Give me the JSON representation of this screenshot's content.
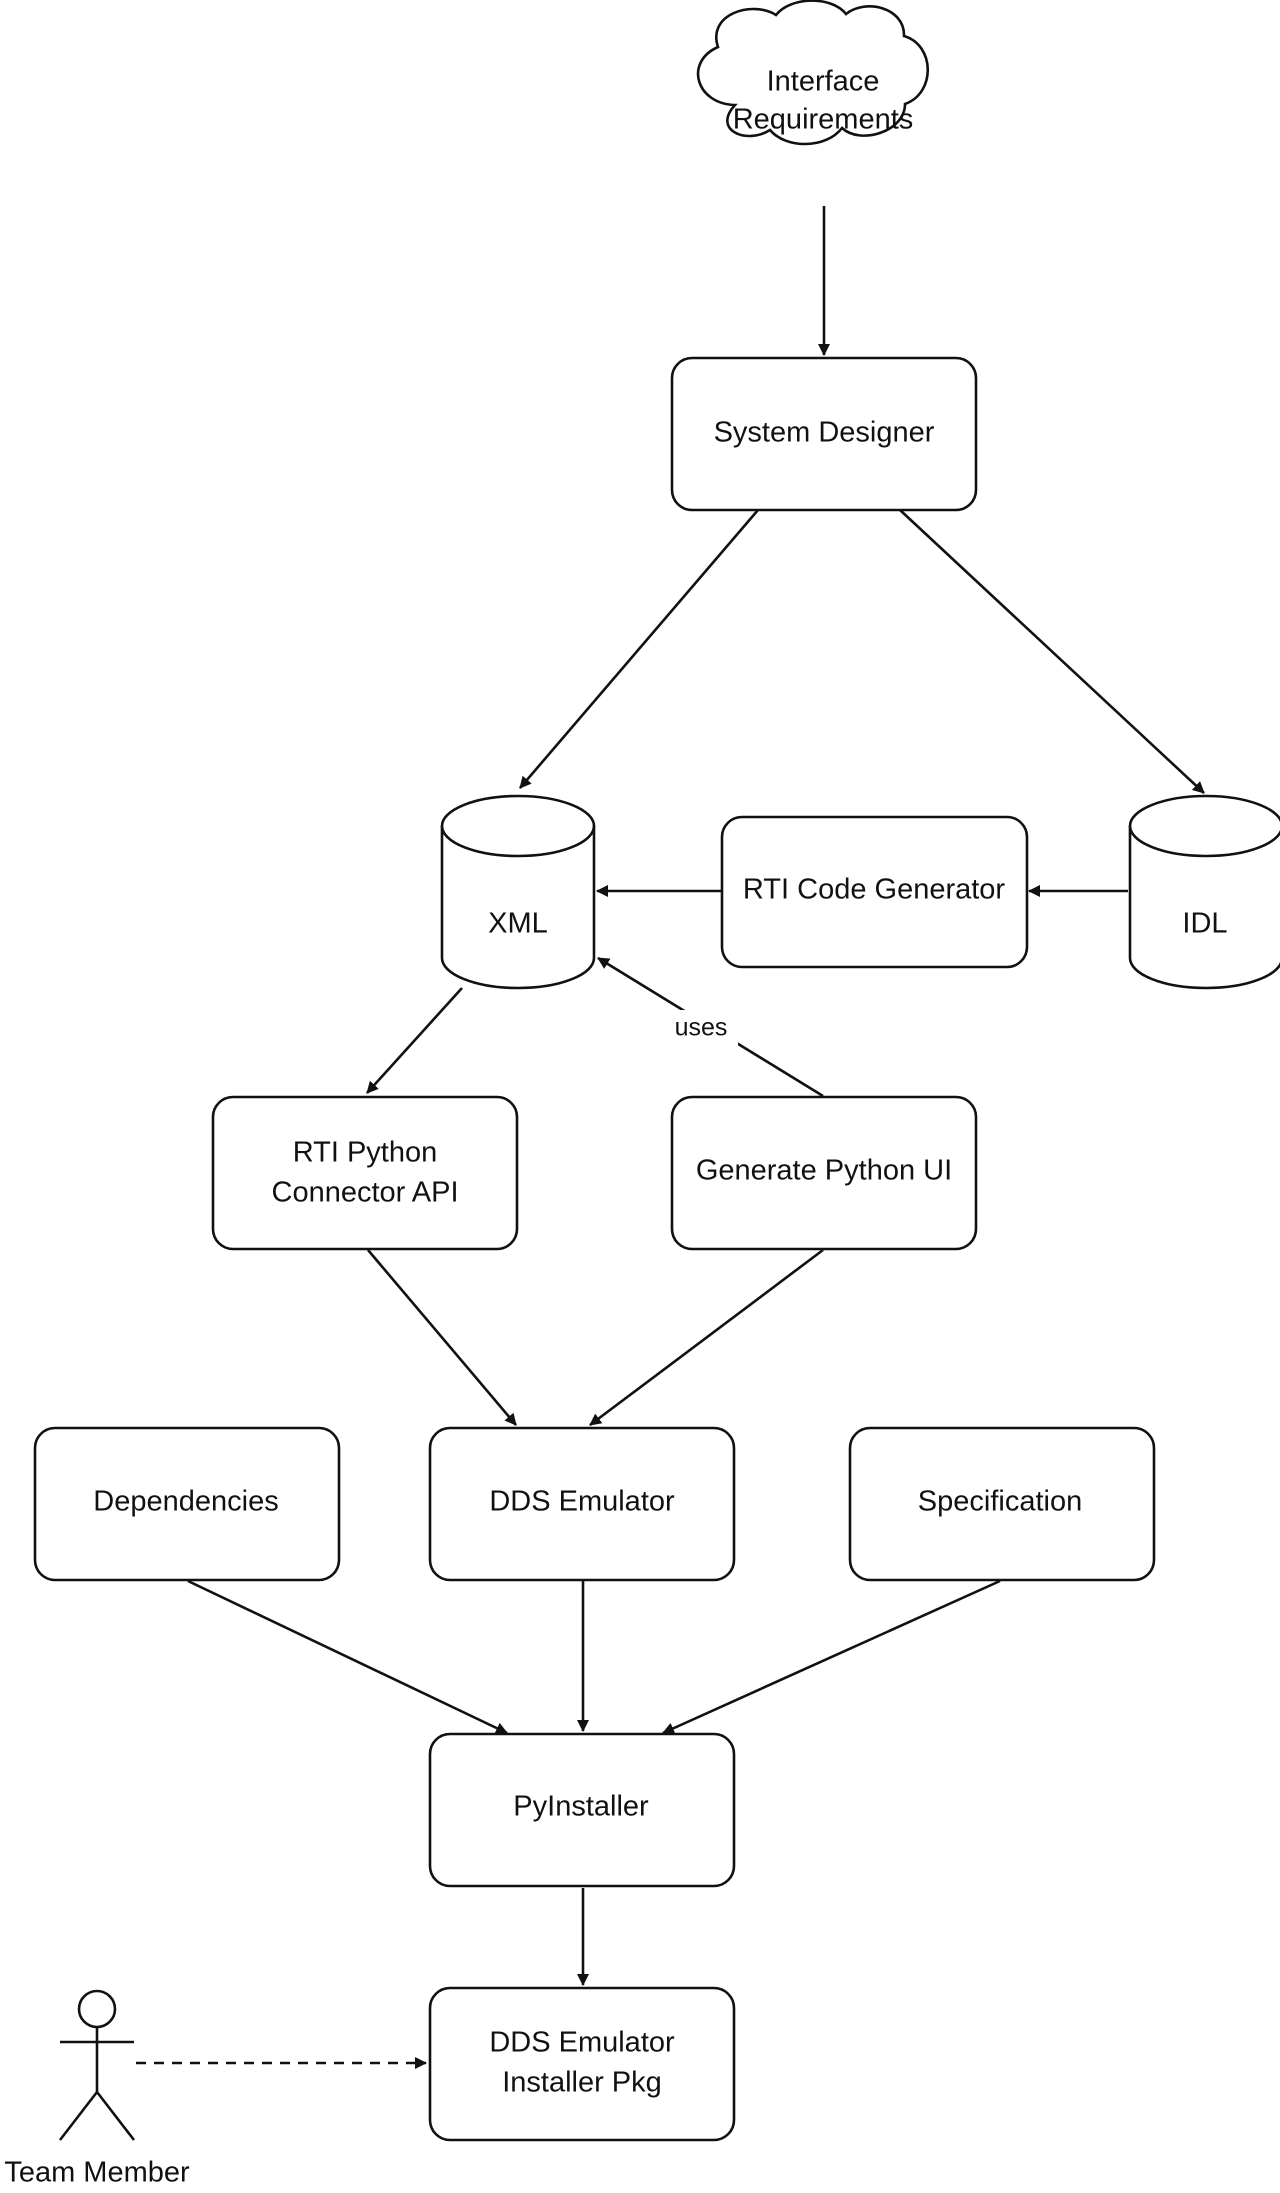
{
  "diagram": {
    "nodes": {
      "interface_requirements": {
        "lines": [
          "Interface",
          "Requirements"
        ]
      },
      "system_designer": {
        "lines": [
          "System Designer"
        ]
      },
      "xml": {
        "lines": [
          "XML"
        ]
      },
      "rti_code_generator": {
        "lines": [
          "RTI Code Generator"
        ]
      },
      "idl": {
        "lines": [
          "IDL"
        ]
      },
      "rti_python_connector_api": {
        "lines": [
          "RTI Python",
          "Connector API"
        ]
      },
      "generate_python_ui": {
        "lines": [
          "Generate Python UI"
        ]
      },
      "dependencies": {
        "lines": [
          "Dependencies"
        ]
      },
      "dds_emulator": {
        "lines": [
          "DDS Emulator"
        ]
      },
      "specification": {
        "lines": [
          "Specification"
        ]
      },
      "pyinstaller": {
        "lines": [
          "PyInstaller"
        ]
      },
      "dds_emulator_installer_pkg": {
        "lines": [
          "DDS Emulator",
          "Installer Pkg"
        ]
      },
      "team_member": {
        "lines": [
          "Team Member"
        ]
      }
    },
    "edges": {
      "generate_ui_to_xml_label": "uses"
    }
  }
}
